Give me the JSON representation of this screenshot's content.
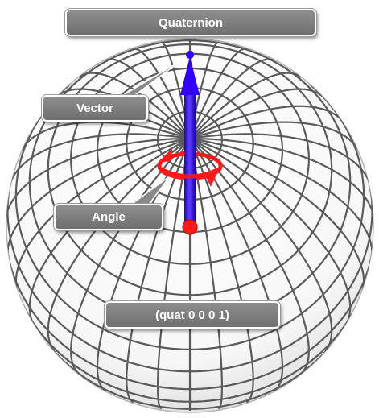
{
  "labels": {
    "quaternion": "Quaternion",
    "vector": "Vector",
    "angle": "Angle",
    "quat": "(quat 0 0 0 1)"
  },
  "colors": {
    "vector_arrow": "#3300ff",
    "rotation_arrow": "#ff0000",
    "grid_lines": "#5a5a5a",
    "callout_fill": "#7d7d7d"
  }
}
